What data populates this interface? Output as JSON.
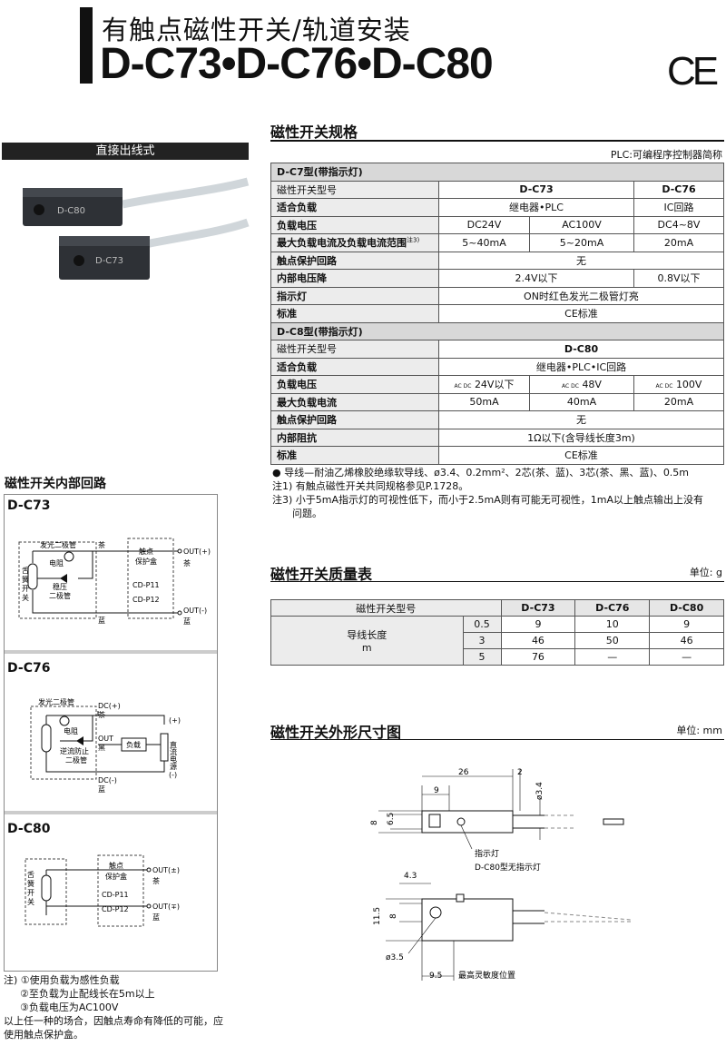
{
  "header": {
    "title_cn": "有触点磁性开关/轨道安装",
    "title_model": "D-C73•D-C76•D-C80",
    "ce_mark": "CE"
  },
  "product_photo": {
    "badge": "直接出线式",
    "label_front": "D-C80",
    "label_back": "D-C73"
  },
  "spec": {
    "title": "磁性开关规格",
    "plc_note": "PLC:可编程序控制器简称",
    "group1_header": "D-C7型(带指示灯)",
    "group1_rows": [
      {
        "label": "磁性开关型号",
        "cells": [
          "D-C73",
          "D-C76"
        ]
      },
      {
        "label": "适合负载",
        "cells": [
          "继电器•PLC",
          "IC回路"
        ]
      },
      {
        "label": "负载电压",
        "cells": [
          "DC24V",
          "AC100V",
          "DC4~8V"
        ]
      },
      {
        "label": "最大负载电流及负载电流范围",
        "sup": "注3)",
        "cells": [
          "5~40mA",
          "5~20mA",
          "20mA"
        ]
      },
      {
        "label": "触点保护回路",
        "cells": [
          "无"
        ]
      },
      {
        "label": "内部电压降",
        "cells": [
          "2.4V以下",
          "0.8V以下"
        ]
      },
      {
        "label": "指示灯",
        "cells": [
          "ON时红色发光二极管灯亮"
        ]
      },
      {
        "label": "标准",
        "cells": [
          "CE标准"
        ]
      }
    ],
    "group2_header": "D-C8型(带指示灯)",
    "group2_rows": [
      {
        "label": "磁性开关型号",
        "cells": [
          "D-C80"
        ]
      },
      {
        "label": "适合负载",
        "cells": [
          "继电器•PLC•IC回路"
        ]
      },
      {
        "label": "负载电压",
        "cells": [
          "24V以下",
          "48V",
          "100V"
        ],
        "acdc": "AC DC"
      },
      {
        "label": "最大负载电流",
        "cells": [
          "50mA",
          "40mA",
          "20mA"
        ]
      },
      {
        "label": "触点保护回路",
        "cells": [
          "无"
        ]
      },
      {
        "label": "内部阻抗",
        "cells": [
          "1Ω以下(含导线长度3m)"
        ]
      },
      {
        "label": "标准",
        "cells": [
          "CE标准"
        ]
      }
    ],
    "notes": [
      "● 导线—耐油乙烯橡胶绝缘软导线、ø3.4、0.2mm²、2芯(茶、蓝)、3芯(茶、黑、蓝)、0.5m",
      "注1) 有触点磁性开关共同规格参见P.1728。",
      "注3) 小于5mA指示灯的可视性低下，而小于2.5mA则有可能无可视性，1mA以上触点输出上没有",
      "问题。"
    ]
  },
  "weight": {
    "title": "磁性开关质量表",
    "unit": "单位: g",
    "headers": [
      "磁性开关型号",
      "D-C73",
      "D-C76",
      "D-C80"
    ],
    "row_label": "导线长度",
    "row_unit": "m",
    "rows": [
      {
        "len": "0.5",
        "vals": [
          "9",
          "10",
          "9"
        ]
      },
      {
        "len": "3",
        "vals": [
          "46",
          "50",
          "46"
        ]
      },
      {
        "len": "5",
        "vals": [
          "76",
          "—",
          "—"
        ]
      }
    ]
  },
  "dims": {
    "title": "磁性开关外形尺寸图",
    "unit": "单位: mm",
    "labels": {
      "d26": "26",
      "d2": "2",
      "d9": "9",
      "d34": "ø3.4",
      "d8": "8",
      "d65": "6.5",
      "ind": "指示灯",
      "c80note": "D-C80型无指示灯",
      "d43": "4.3",
      "d115": "11.5",
      "d8b": "8",
      "d35": "ø3.5",
      "d95": "9.5",
      "pos": "最高灵敏度位置"
    }
  },
  "circuit": {
    "title": "磁性开关内部回路",
    "c73": {
      "name": "D-C73",
      "led": "发光二极管",
      "res": "电阻",
      "zener1": "稳压",
      "zener2": "二极管",
      "reed1": "舌",
      "reed2": "簧",
      "reed3": "开",
      "reed4": "关",
      "brown": "茶",
      "blue": "蓝",
      "box1": "触点",
      "box2": "保护盒",
      "p11": "CD-P11",
      "p12": "CD-P12",
      "outp": "OUT(+)",
      "outn": "OUT(-)"
    },
    "c76": {
      "name": "D-C76",
      "led": "发光二极管",
      "res": "电阻",
      "diode1": "逆流防止",
      "diode2": "二极管",
      "dcp": "DC(+)",
      "dcn": "DC(-)",
      "brown": "茶",
      "black": "黑",
      "blue": "蓝",
      "out": "OUT",
      "load": "负载",
      "plus": "(+)",
      "minus": "(-)",
      "src": "直流电源"
    },
    "c80": {
      "name": "D-C80",
      "box1": "触点",
      "box2": "保护盒",
      "p11": "CD-P11",
      "p12": "CD-P12",
      "outp": "OUT(±)",
      "outn": "OUT(∓)",
      "brown": "茶",
      "blue": "蓝"
    },
    "notes": [
      "注) ①使用负载为感性负载",
      "②至负载为止配线长在5m以上",
      "③负载电压为AC100V",
      "以上任一种的场合，因触点寿命有降低的可能，应",
      "使用触点保护盒。"
    ]
  }
}
